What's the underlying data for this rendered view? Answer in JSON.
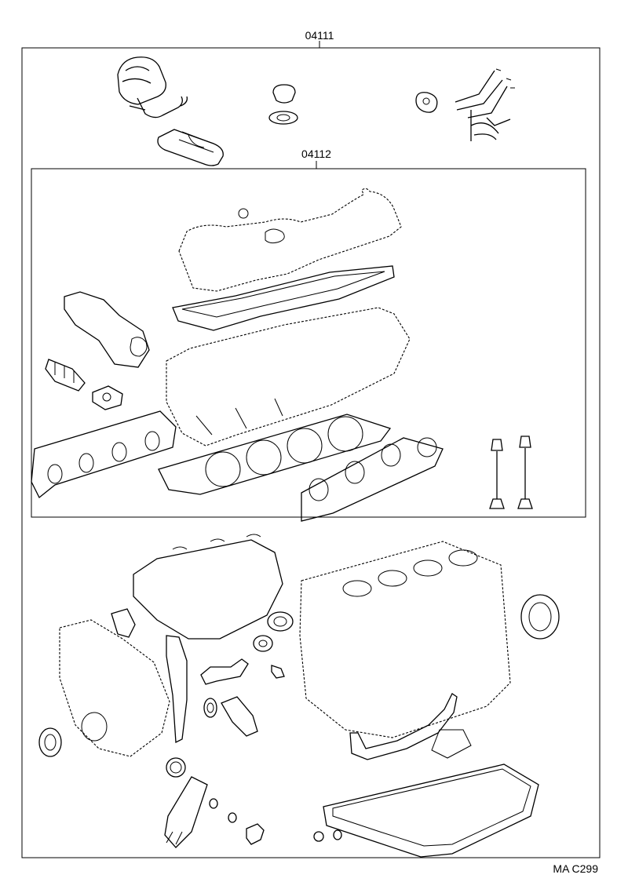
{
  "callouts": {
    "outer_kit": "04111",
    "inner_kit": "04112"
  },
  "figure_code": "MA  C299"
}
